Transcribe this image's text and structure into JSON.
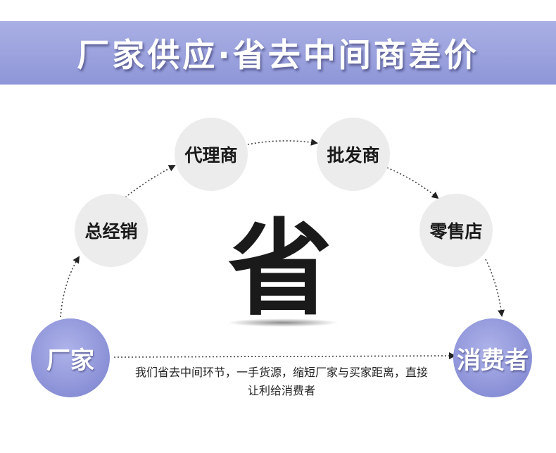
{
  "banner": {
    "title": "厂家供应·省去中间商差价"
  },
  "nodes": {
    "manufacturer": "厂家",
    "general_distributor": "总经销",
    "agent": "代理商",
    "wholesaler": "批发商",
    "retail_store": "零售店",
    "consumer": "消费者"
  },
  "center_char": "省",
  "description": "我们省去中间环节，一手货源，缩短厂家与买家距离，直接让利给消费者",
  "colors": {
    "banner": "#9aa1de",
    "node_gray": "#ececec",
    "node_accent": "#8a90d6",
    "text_dark": "#1a1a1a"
  }
}
